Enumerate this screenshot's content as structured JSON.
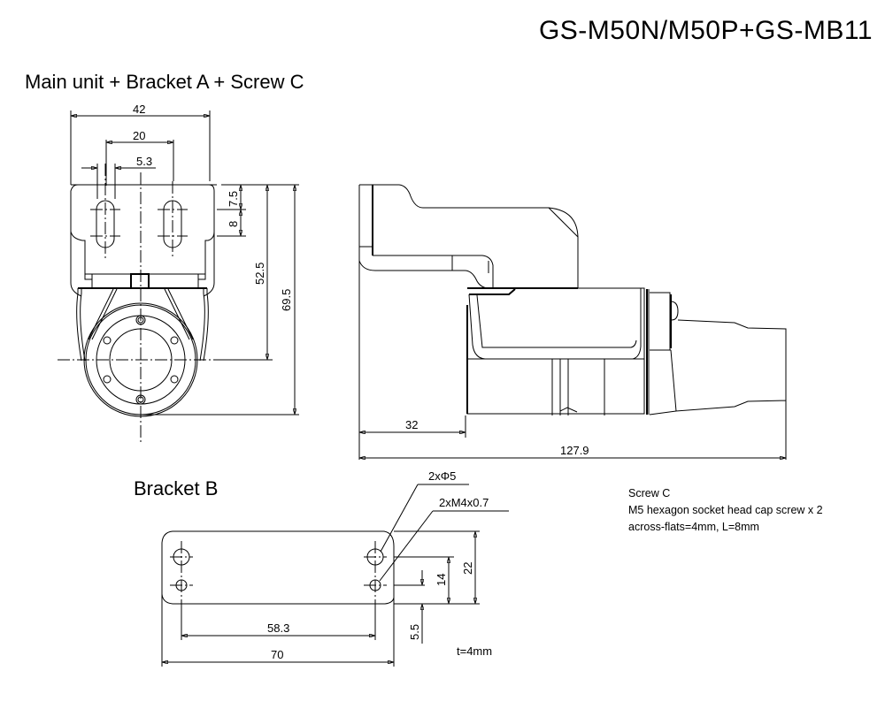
{
  "header": {
    "model_title": "GS-M50N/M50P+GS-MB11"
  },
  "sections": {
    "main_assembly_title": "Main unit + Bracket A + Screw C",
    "bracket_b_title": "Bracket B"
  },
  "front_view_dimensions": {
    "overall_width": "42",
    "slot_pitch": "20",
    "slot_width": "5.3",
    "slot_top_offset": "7.5",
    "slot_length": "8",
    "center_height": "52.5",
    "overall_height": "69.5"
  },
  "side_view_dimensions": {
    "bracket_depth": "32",
    "overall_length": "127.9"
  },
  "bracket_b": {
    "hole_callout_1": "2xΦ5",
    "hole_callout_2": "2xM4x0.7",
    "height": "22",
    "hole_spacing_vertical": "14",
    "bottom_hole_offset": "5.5",
    "hole_pitch": "58.3",
    "length": "70",
    "thickness": "t=4mm"
  },
  "screw_note": {
    "title": "Screw C",
    "line1": "M5 hexagon socket head cap screw x 2",
    "line2": "across-flats=4mm, L=8mm"
  }
}
